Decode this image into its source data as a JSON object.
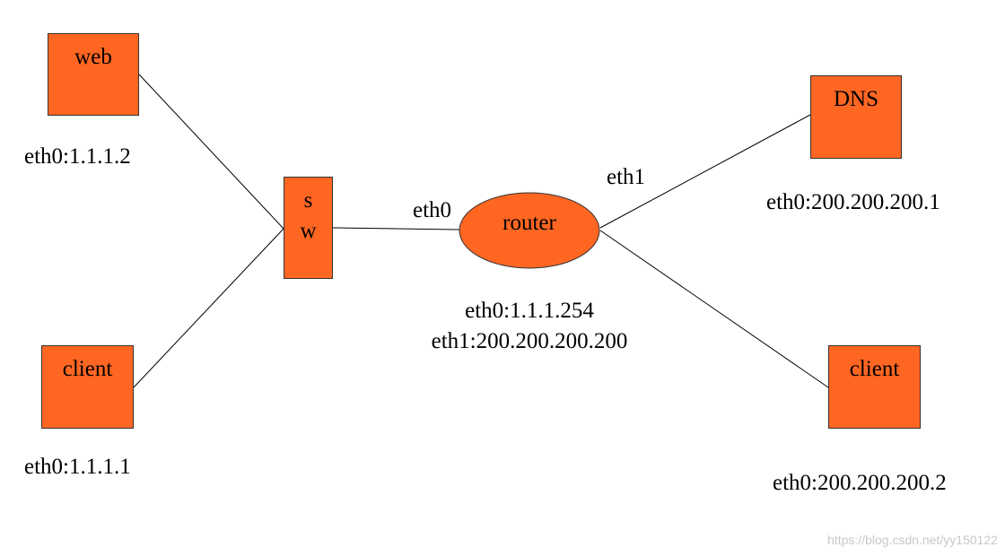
{
  "nodes": {
    "web": {
      "label": "web",
      "address": "eth0:1.1.1.2"
    },
    "client_left": {
      "label": "client",
      "address": "eth0:1.1.1.1"
    },
    "switch": {
      "label_line1": "s",
      "label_line2": "w"
    },
    "router": {
      "label": "router",
      "iface_left": "eth0",
      "iface_right": "eth1",
      "address_line1": "eth0:1.1.1.254",
      "address_line2": "eth1:200.200.200.200"
    },
    "dns": {
      "label": "DNS",
      "address": "eth0:200.200.200.1"
    },
    "client_right": {
      "label": "client",
      "address": "eth0:200.200.200.2"
    }
  },
  "colors": {
    "node_fill": "#ff6622",
    "node_border": "#333333",
    "link": "#000000"
  },
  "watermark": "https://blog.csdn.net/yy150122"
}
